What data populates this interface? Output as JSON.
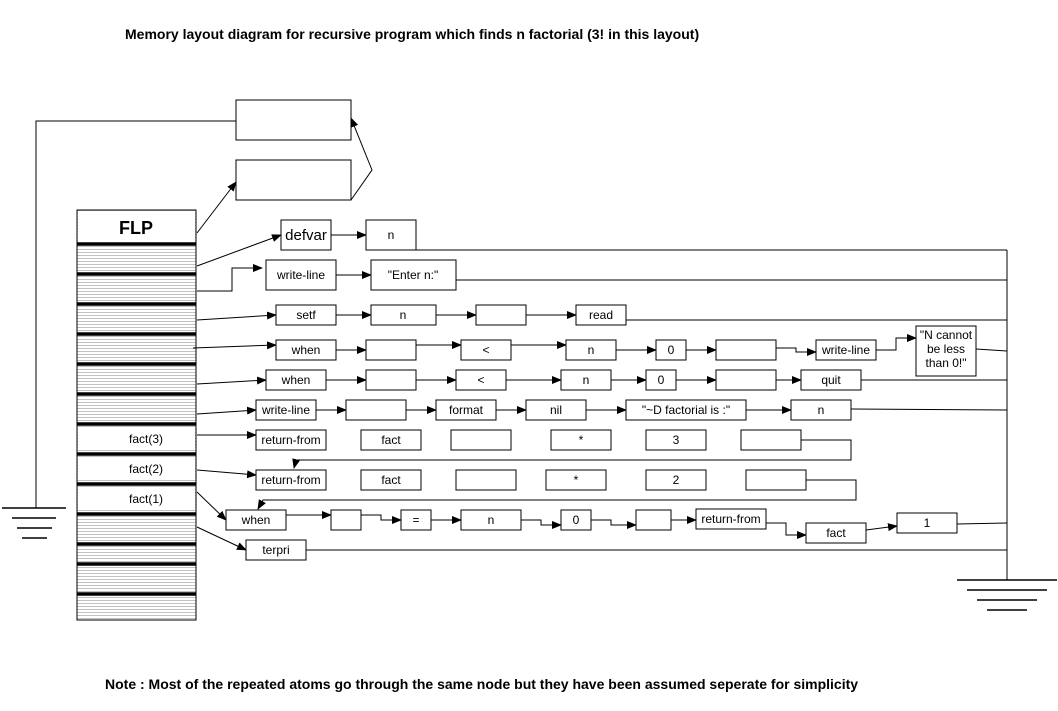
{
  "title": "Memory layout diagram for recursive program which finds n factorial (3! in this layout)",
  "flp_label": "FLP",
  "slot_labels": [
    "fact(3)",
    "fact(2)",
    "fact(1)"
  ],
  "rows": {
    "defvar": [
      "defvar",
      "n"
    ],
    "writeline": [
      "write-line",
      "\"Enter n:\""
    ],
    "setf": [
      "setf",
      "n",
      "",
      "read"
    ],
    "when1": [
      "when",
      "",
      "<",
      "n",
      "0",
      "",
      "write-line"
    ],
    "message": [
      "\"N cannot",
      "be less",
      "than 0!\""
    ],
    "when2": [
      "when",
      "",
      "<",
      "n",
      "0",
      "",
      "quit"
    ],
    "writeline2": [
      "write-line",
      "",
      "format",
      "nil",
      "\"~D factorial is :\"",
      "n"
    ],
    "ret3": [
      "return-from",
      "fact",
      "",
      "*",
      "3",
      ""
    ],
    "ret2": [
      "return-from",
      "fact",
      "",
      "*",
      "2",
      ""
    ],
    "when3": [
      "when",
      "",
      "=",
      "n",
      "0",
      "",
      "return-from"
    ],
    "fact1": [
      "fact",
      "1"
    ],
    "terpri": [
      "terpri"
    ]
  },
  "note": "Note : Most of the repeated atoms go through the same node but they have been assumed seperate for simplicity"
}
